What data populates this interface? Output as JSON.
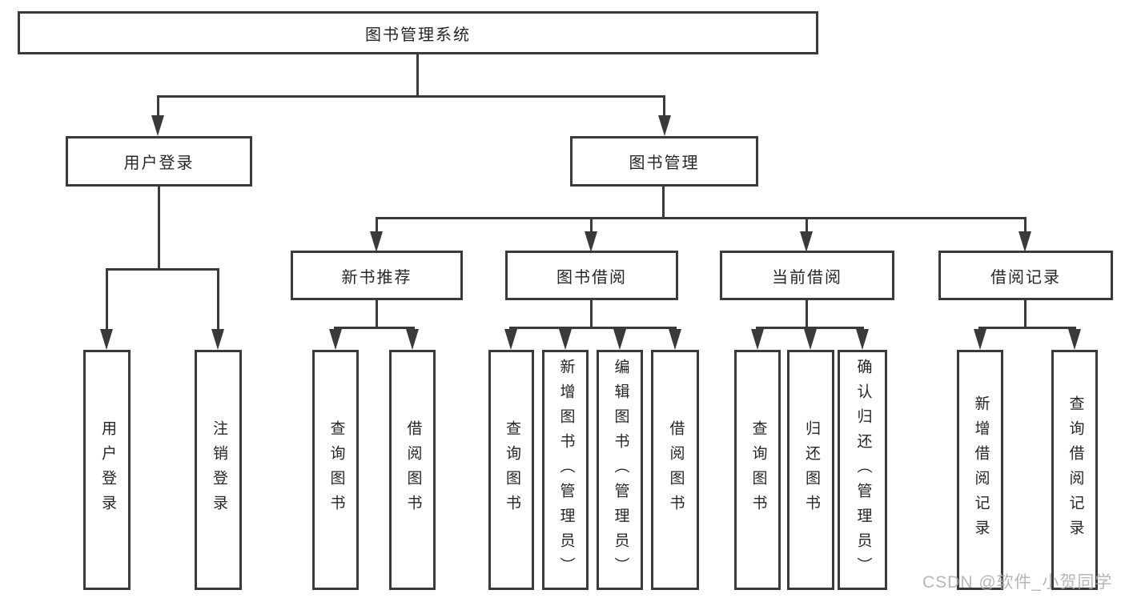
{
  "diagram": {
    "root": {
      "label": "图书管理系统"
    },
    "level2": [
      {
        "label": "用户登录"
      },
      {
        "label": "图书管理"
      }
    ],
    "level3": [
      {
        "label": "新书推荐"
      },
      {
        "label": "图书借阅"
      },
      {
        "label": "当前借阅"
      },
      {
        "label": "借阅记录"
      }
    ],
    "leaves": {
      "user": [
        "用户登录",
        "注销登录"
      ],
      "recommend": [
        "查询图书",
        "借阅图书"
      ],
      "borrow": [
        "查询图书",
        "新增图书（管理员）",
        "编辑图书（管理员）",
        "借阅图书"
      ],
      "current": [
        "查询图书",
        "归还图书",
        "确认归还（管理员）"
      ],
      "records": [
        "新增借阅记录",
        "查询借阅记录"
      ]
    }
  },
  "watermark": "CSDN @软件_小贺同学",
  "colors": {
    "line": "#3a3a3a",
    "text": "#262626",
    "background": "#ffffff",
    "watermark": "#ababab"
  }
}
